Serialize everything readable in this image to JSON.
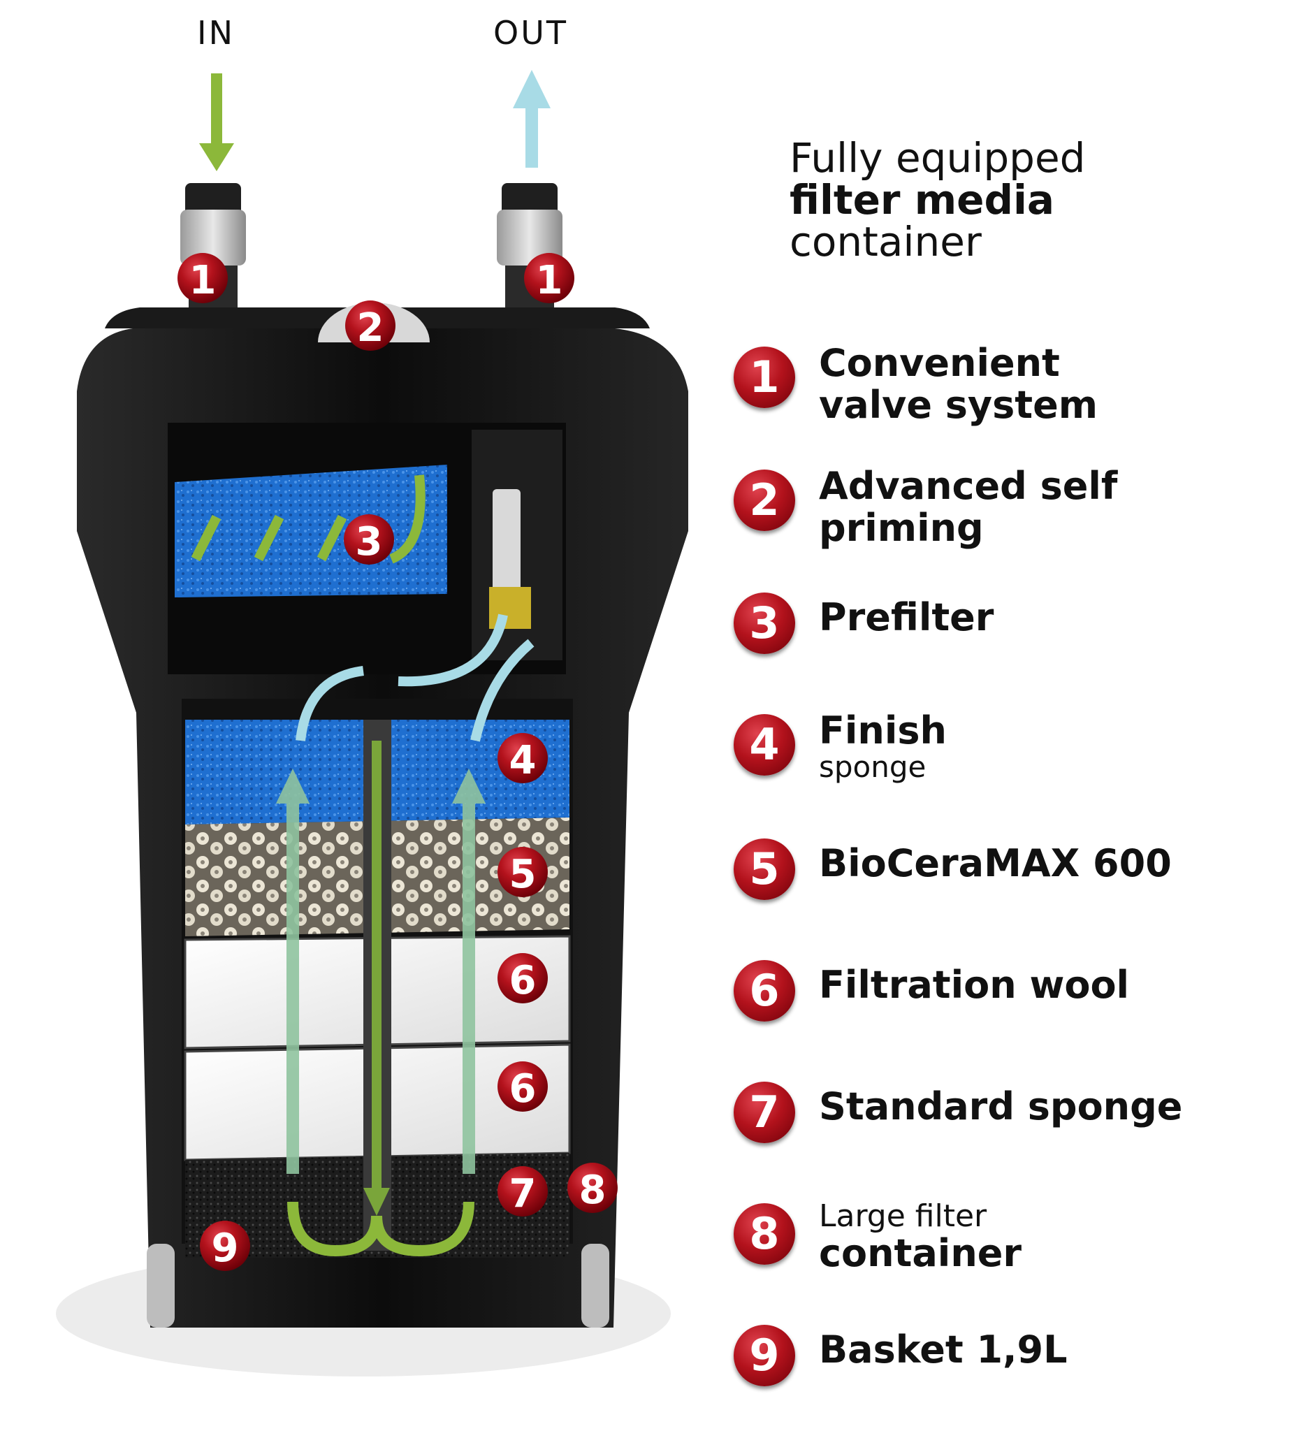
{
  "flow": {
    "in_label": "IN",
    "out_label": "OUT"
  },
  "heading": {
    "line1": "Fully equipped",
    "line2": "filter media",
    "line3": "container"
  },
  "legend": [
    {
      "number": "1",
      "lines": [
        "Convenient",
        "valve system"
      ]
    },
    {
      "number": "2",
      "lines": [
        "Advanced self",
        "priming"
      ]
    },
    {
      "number": "3",
      "lines": [
        "Prefilter"
      ]
    },
    {
      "number": "4",
      "lines": [
        "Finish"
      ],
      "sub": "sponge"
    },
    {
      "number": "5",
      "lines": [
        "BioCeraMAX 600"
      ]
    },
    {
      "number": "6",
      "lines": [
        "Filtration wool"
      ]
    },
    {
      "number": "7",
      "lines": [
        "Standard sponge"
      ]
    },
    {
      "number": "8",
      "pre": "Large filter",
      "lines": [
        "container"
      ]
    },
    {
      "number": "9",
      "lines": [
        "Basket 1,9L"
      ]
    }
  ],
  "markers": [
    "1",
    "1",
    "2",
    "3",
    "4",
    "5",
    "6",
    "6",
    "7",
    "8",
    "9"
  ],
  "colors": {
    "badge_red": "#a8101a",
    "inflow_green": "#8cb83a",
    "outflow_blue": "#a8dbe6",
    "prefilter_blue": "#1f6fd0",
    "housing": "#111111"
  }
}
